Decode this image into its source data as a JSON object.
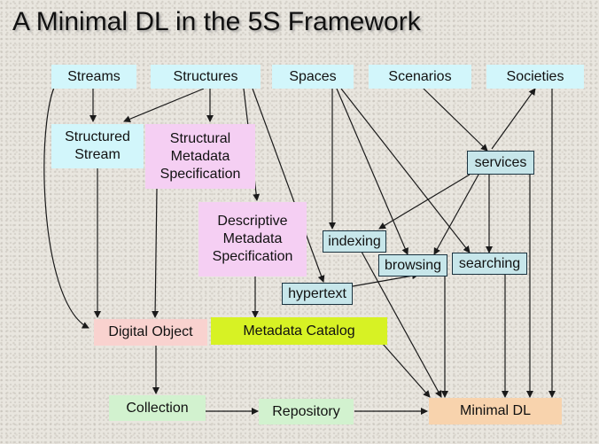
{
  "title": "A Minimal DL in the 5S Framework",
  "nodes": {
    "streams": "Streams",
    "structures": "Structures",
    "spaces": "Spaces",
    "scenarios": "Scenarios",
    "societies": "Societies",
    "structured_stream": "Structured Stream",
    "structural_metadata": "Structural Metadata Specification",
    "services": "services",
    "descriptive_metadata": "Descriptive Metadata Specification",
    "indexing": "indexing",
    "browsing": "browsing",
    "searching": "searching",
    "hypertext": "hypertext",
    "digital_object": "Digital Object",
    "metadata_catalog": "Metadata Catalog",
    "collection": "Collection",
    "repository": "Repository",
    "minimal_dl": "Minimal DL"
  },
  "colors": {
    "cyan": "#d2f6fb",
    "pink": "#f5cff3",
    "salmon": "#f9d2cf",
    "lime": "#d7f224",
    "green": "#d2f2cf",
    "orange": "#f8d3ad",
    "teal": "#c7e6ea",
    "arrow": "#1a1a1a"
  }
}
